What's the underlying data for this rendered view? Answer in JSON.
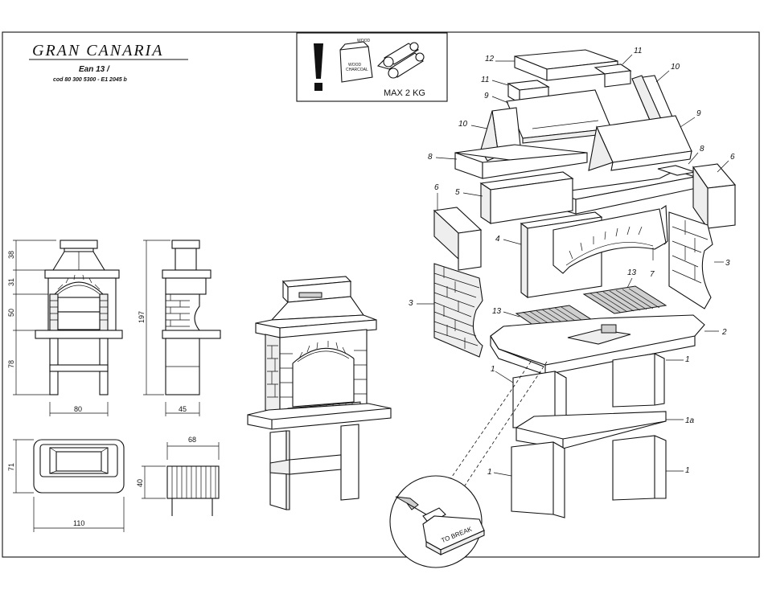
{
  "header": {
    "title": "GRAN  CANARIA",
    "ean": "Ean 13   /",
    "code": "cod  80  300  5300   -  E1  2045  b"
  },
  "warning": {
    "bag_label_1": "WOOD",
    "bag_label_2": "CHARCOAL",
    "bag_top_label": "WOOD",
    "max_load": "MAX 2 KG"
  },
  "dimensions": {
    "front_heights": [
      "38",
      "31",
      "50",
      "78"
    ],
    "total_height": "197",
    "front_width": "80",
    "side_width": "45",
    "plan_depth": "71",
    "plan_width": "110",
    "grill_width": "68",
    "grill_height": "40"
  },
  "tag": {
    "break_label": "TO BREAK"
  },
  "parts": {
    "p12": "12",
    "p11a": "11",
    "p11b": "11",
    "p10a": "10",
    "p10b": "10",
    "p9a": "9",
    "p9b": "9",
    "p8a": "8",
    "p8b": "8",
    "p6a": "6",
    "p6b": "6",
    "p5": "5",
    "p4": "4",
    "p7": "7",
    "p13a": "13",
    "p13b": "13",
    "p3a": "3",
    "p3b": "3",
    "p2": "2",
    "p1a": "1",
    "p1b": "1",
    "p1c": "1",
    "p1d": "1",
    "p1e": "1a"
  }
}
